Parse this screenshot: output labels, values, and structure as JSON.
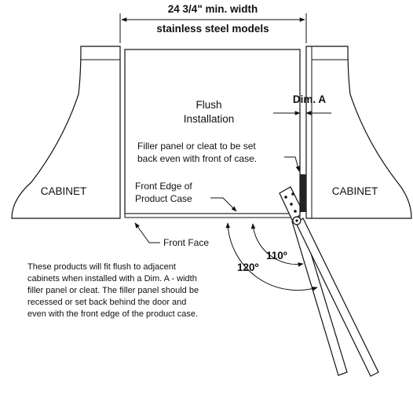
{
  "dimensions": {
    "width_title": "24 3/4\" min. width",
    "width_subtitle": "stainless steel models",
    "dim_a": "Dim. A"
  },
  "labels": {
    "flush_line1": "Flush",
    "flush_line2": "Installation",
    "filler_line1": "Filler panel or cleat to be set",
    "filler_line2": "back even with front of case.",
    "cabinet_left": "CABINET",
    "cabinet_right": "CABINET",
    "front_edge_line1": "Front Edge of",
    "front_edge_line2": "Product Case",
    "front_face": "Front Face",
    "angle_110": "110º",
    "angle_120": "120º"
  },
  "note": {
    "lines": [
      "These products will fit flush to adjacent",
      "cabinets when installed with a Dim. A - width",
      "filler panel or cleat. The filler panel should be",
      "recessed or set back behind the door and",
      "even with the front edge of the product case."
    ]
  },
  "colors": {
    "ink": "#111111",
    "background": "#ffffff",
    "filler_panel": "#222222"
  }
}
